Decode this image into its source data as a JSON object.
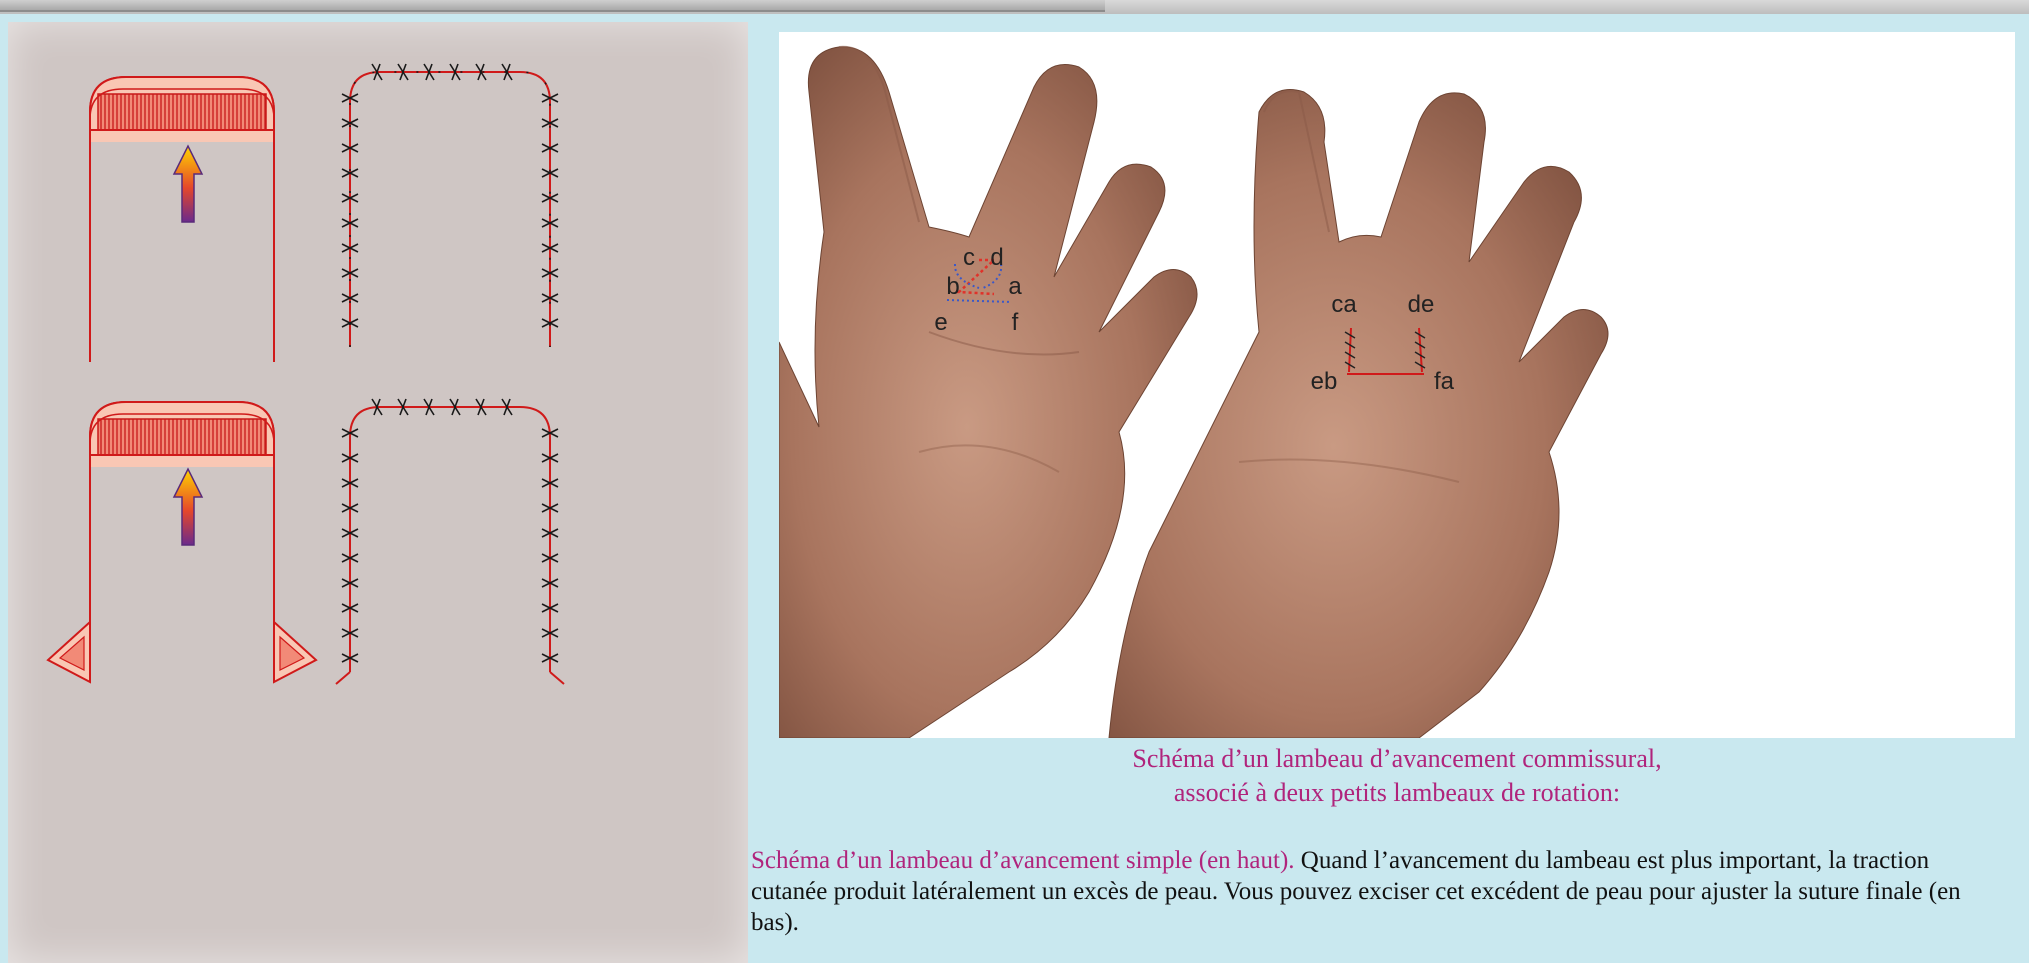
{
  "caption": {
    "line1": "Schéma d’un lambeau d’avancement commissural,",
    "line2": "associé à deux petits lambeaux de rotation:"
  },
  "description": {
    "highlight": "Schéma d’un lambeau d’avancement simple (en haut).",
    "rest": " Quand l’avancement du lambeau est plus important, la traction cutanée produit latéralement un excès de peau. Vous pouvez exciser cet excédent de peau pour ajuster la suture finale (en bas)."
  },
  "hand_left_labels": {
    "c": "c",
    "d": "d",
    "b": "b",
    "a": "a",
    "e": "e",
    "f": "f"
  },
  "hand_right_labels": {
    "ca": "ca",
    "de": "de",
    "eb": "eb",
    "fa": "fa"
  },
  "colors": {
    "background": "#c9e8ef",
    "flap_red": "#d01a1a",
    "flap_fill": "#f7b9a8",
    "caption_magenta": "#b0247c",
    "skin": "#b07a63"
  },
  "icons": [
    "arrow-up-icon"
  ]
}
